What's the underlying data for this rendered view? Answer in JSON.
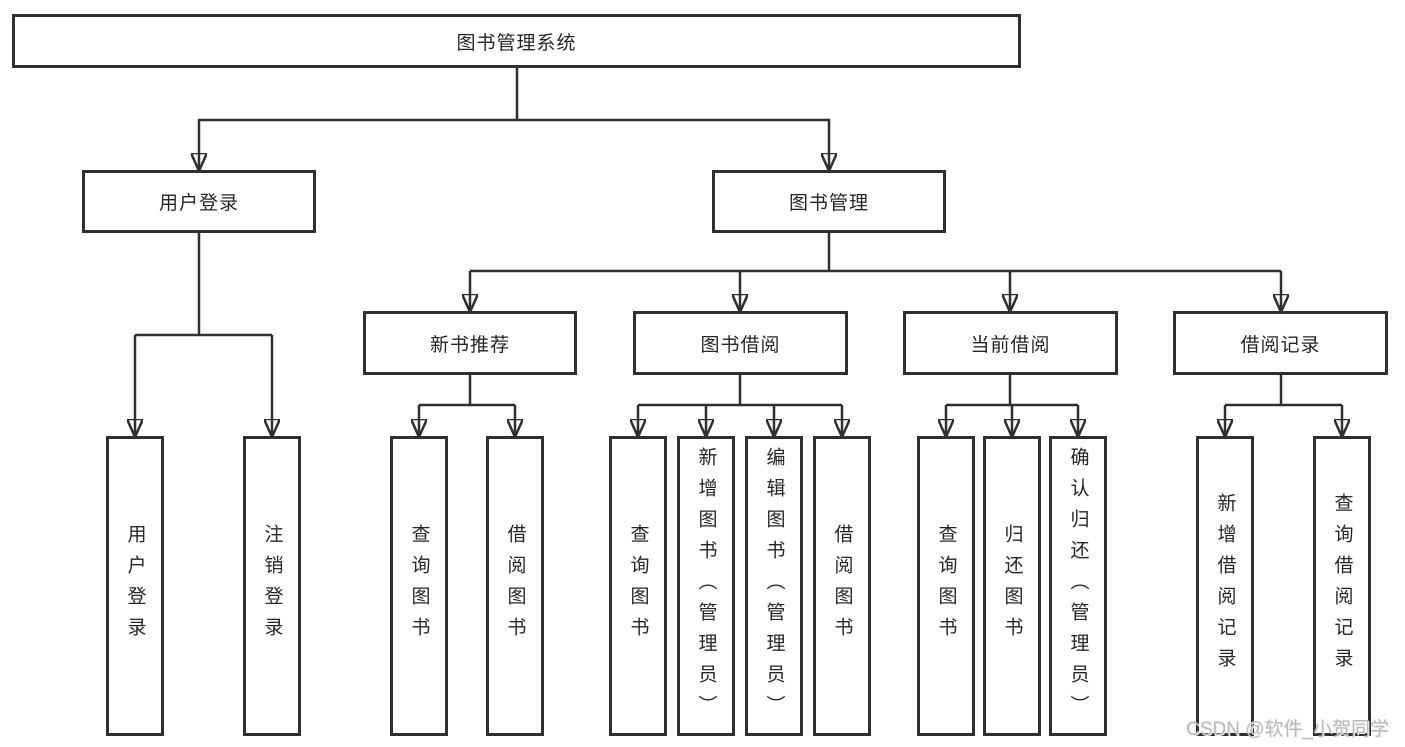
{
  "colors": {
    "line": "#2f2f2f",
    "box_border": "#2f2f2f",
    "text": "#262626",
    "background": "#ffffff",
    "watermark": "#b9b9b9"
  },
  "watermark": {
    "text": "CSDN @软件_小贺同学"
  },
  "tree": {
    "root": {
      "label": "图书管理系统",
      "children": [
        {
          "label": "用户登录",
          "children": [
            {
              "label": "用户登录"
            },
            {
              "label": "注销登录"
            }
          ]
        },
        {
          "label": "图书管理",
          "children": [
            {
              "label": "新书推荐",
              "children": [
                {
                  "label": "查询图书"
                },
                {
                  "label": "借阅图书"
                }
              ]
            },
            {
              "label": "图书借阅",
              "children": [
                {
                  "label": "查询图书"
                },
                {
                  "label": "新增图书（管理员）"
                },
                {
                  "label": "编辑图书（管理员）"
                },
                {
                  "label": "借阅图书"
                }
              ]
            },
            {
              "label": "当前借阅",
              "children": [
                {
                  "label": "查询图书"
                },
                {
                  "label": "归还图书"
                },
                {
                  "label": "确认归还（管理员）"
                }
              ]
            },
            {
              "label": "借阅记录",
              "children": [
                {
                  "label": "新增借阅记录"
                },
                {
                  "label": "查询借阅记录"
                }
              ]
            }
          ]
        }
      ]
    }
  }
}
